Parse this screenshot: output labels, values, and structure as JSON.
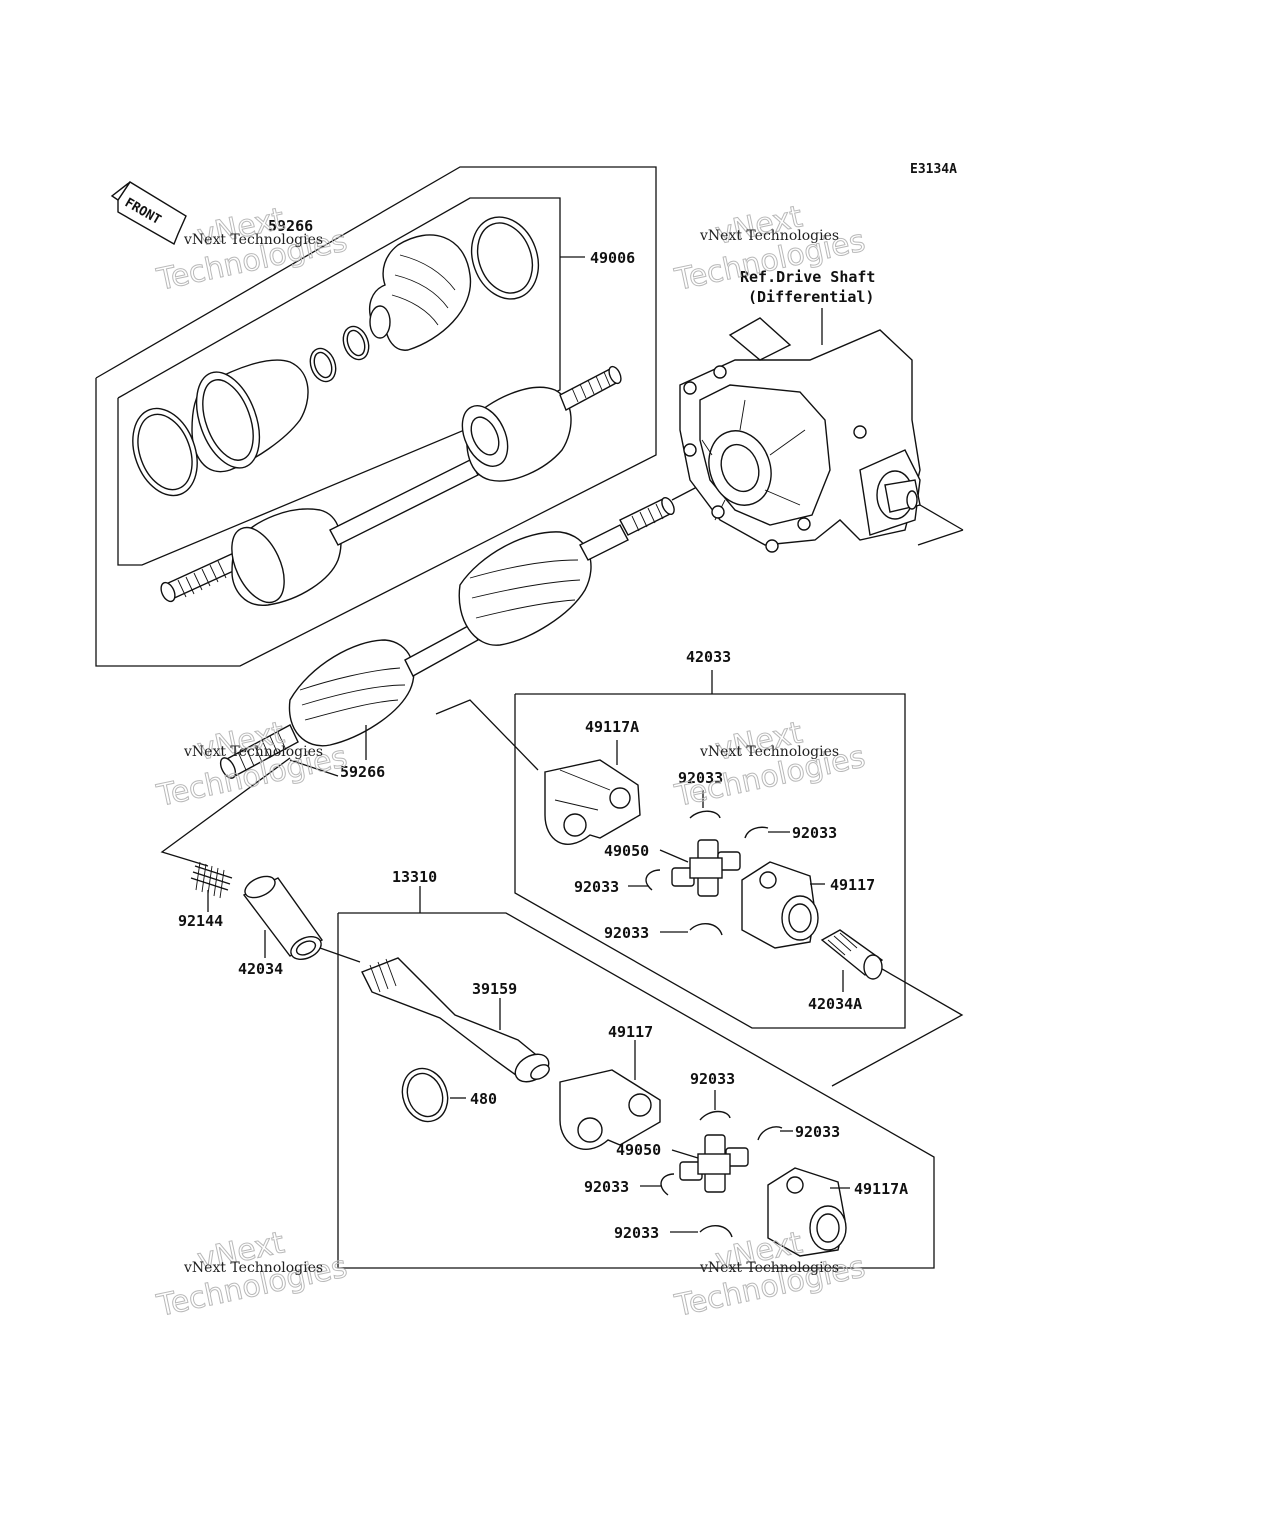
{
  "diagram": {
    "code": "E3134A",
    "front_label": "FRONT",
    "ref_note": [
      "Ref.Drive Shaft",
      "(Differential)"
    ],
    "watermark": {
      "line1": "vNext",
      "line2": "Technologies",
      "small": "vNext Technologies"
    },
    "labels": {
      "p59266_top": "59266",
      "p49006": "49006",
      "p59266_bottom": "59266",
      "p42033": "42033",
      "p49117A_upper": "49117A",
      "p92033_u1": "92033",
      "p92033_u2": "92033",
      "p49050_upper": "49050",
      "p92033_u3": "92033",
      "p49117_upper": "49117",
      "p92033_u4": "92033",
      "p42034A": "42034A",
      "p13310": "13310",
      "p92144": "92144",
      "p42034": "42034",
      "p39159": "39159",
      "p49117_lower": "49117",
      "p480": "480",
      "p92033_l1": "92033",
      "p92033_l2": "92033",
      "p49050_lower": "49050",
      "p92033_l3": "92033",
      "p49117A_lower": "49117A",
      "p92033_l4": "92033"
    }
  }
}
